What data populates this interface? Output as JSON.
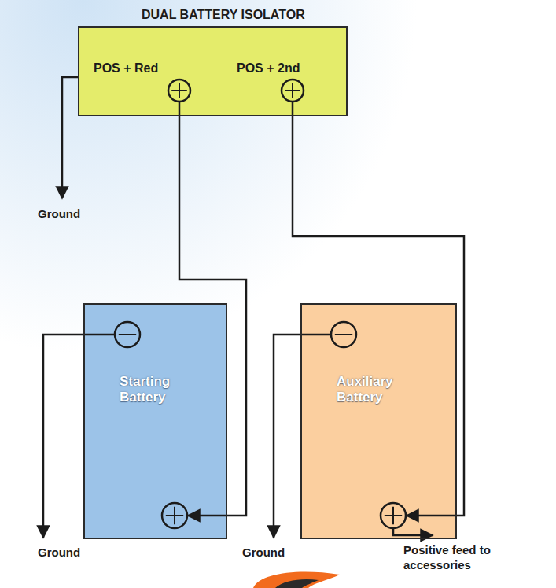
{
  "diagram": {
    "nodes": [
      {
        "text": [
          "DUAL BATTERY ISOLATOR",
          "POS + Red",
          "POS + 2nd"
        ]
      },
      {
        "text": [
          "Starting Battery"
        ]
      },
      {
        "text": [
          "Auxiliary Battery"
        ]
      }
    ],
    "edges": [
      {
        "from": 0,
        "to": 1,
        "arrow": "to"
      },
      {
        "from": 0,
        "to": 2,
        "arrow": "to"
      }
    ],
    "labels": [
      "Ground",
      "Ground",
      "Ground",
      "Positive feed to accessories"
    ]
  }
}
